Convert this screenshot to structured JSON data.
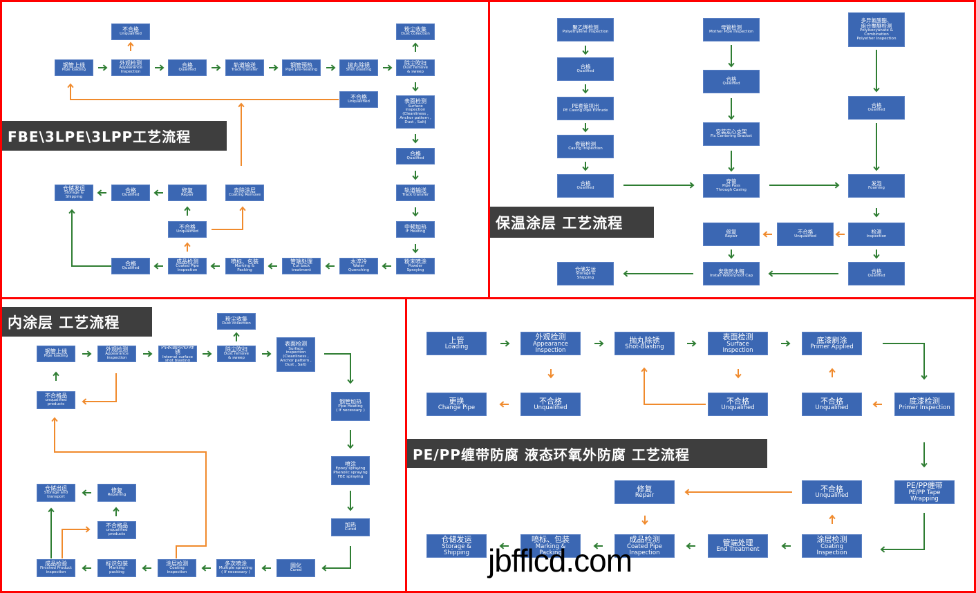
{
  "colors": {
    "box": "#3b67b3",
    "green": "#2e7d32",
    "orange": "#f08a2c",
    "title_bg": "#3e3e3e",
    "border": "#ff0000"
  },
  "watermark": "jbfflcd.com",
  "panels": [
    {
      "id": "p1",
      "title": "FBE\\3LPE\\3LPP工艺流程",
      "nodes": [
        {
          "id": "a1",
          "zh": "钢管上线",
          "en": "Pipe loading"
        },
        {
          "id": "a2",
          "zh": "外观检测",
          "en": "Appearance\nInspection"
        },
        {
          "id": "a3",
          "zh": "不合格",
          "en": "Unqualified"
        },
        {
          "id": "a4",
          "zh": "合格",
          "en": "Qualified"
        },
        {
          "id": "a5",
          "zh": "轨道输送",
          "en": "Track transfer"
        },
        {
          "id": "a6",
          "zh": "钢管预热",
          "en": "Pipe pre-heating"
        },
        {
          "id": "a7",
          "zh": "抛丸除锈",
          "en": "Shot blasting"
        },
        {
          "id": "a8",
          "zh": "除尘吹扫",
          "en": "Dust remove\n& sweep"
        },
        {
          "id": "a9",
          "zh": "粉尘收集",
          "en": "Dust collection"
        },
        {
          "id": "a10",
          "zh": "不合格",
          "en": "Unqualified"
        },
        {
          "id": "a11",
          "zh": "表面检测",
          "en": "Surface\ninspection\n(Cleanliness ,\nAnchor pattern ,\nDust , Salt)"
        },
        {
          "id": "a12",
          "zh": "合格",
          "en": "Qualified"
        },
        {
          "id": "a13",
          "zh": "轨道输送",
          "en": "Track transfer"
        },
        {
          "id": "a14",
          "zh": "中频加热",
          "en": "IF Heating"
        },
        {
          "id": "a15",
          "zh": "粉末喷涂",
          "en": "Powder\nSpraying"
        },
        {
          "id": "a16",
          "zh": "水淬冷",
          "en": "Water\nQuenching"
        },
        {
          "id": "a17",
          "zh": "管端处理",
          "en": "Cut back\ntreatment"
        },
        {
          "id": "a18",
          "zh": "喷标、包装",
          "en": "Marking &\nPacking"
        },
        {
          "id": "a19",
          "zh": "成品检测",
          "en": "Coated Pipe\nInspection"
        },
        {
          "id": "a20",
          "zh": "合格",
          "en": "Qualified"
        },
        {
          "id": "a21",
          "zh": "不合格",
          "en": "Unqualified"
        },
        {
          "id": "a22",
          "zh": "修复",
          "en": "Repair"
        },
        {
          "id": "a23",
          "zh": "合格",
          "en": "Qualified"
        },
        {
          "id": "a24",
          "zh": "仓储发运",
          "en": "Storage &\nShipping"
        },
        {
          "id": "a25",
          "zh": "去除涂层",
          "en": "Coating Remove"
        }
      ]
    },
    {
      "id": "p2",
      "title": "保温涂层 工艺流程",
      "nodes": [
        {
          "id": "b1",
          "zh": "聚乙烯检测",
          "en": "Polyethylene Inspection"
        },
        {
          "id": "b2",
          "zh": "合格",
          "en": "Qualified"
        },
        {
          "id": "b3",
          "zh": "PE套管挤出",
          "en": "PE Casing Pipe Extrude"
        },
        {
          "id": "b4",
          "zh": "套管检测",
          "en": "Casing Inspection"
        },
        {
          "id": "b5",
          "zh": "合格",
          "en": "Qualified"
        },
        {
          "id": "b6",
          "zh": "母管检测",
          "en": "Mother Pipe Inspection"
        },
        {
          "id": "b7",
          "zh": "合格",
          "en": "Qualified"
        },
        {
          "id": "b8",
          "zh": "安装定心支架",
          "en": "Fix Centering Bracket"
        },
        {
          "id": "b9",
          "zh": "穿管",
          "en": "Pipe Pass\nThrough Casing"
        },
        {
          "id": "b10",
          "zh": "多异氰酸酯、\n组合聚醚检测",
          "en": "Polyisocyanate &\nCombination\nPolyether Inspection"
        },
        {
          "id": "b11",
          "zh": "合格",
          "en": "Qualified"
        },
        {
          "id": "b12",
          "zh": "发泡",
          "en": "Foaming"
        },
        {
          "id": "b13",
          "zh": "检测",
          "en": "Inspection"
        },
        {
          "id": "b14",
          "zh": "不合格",
          "en": "Unqualified"
        },
        {
          "id": "b15",
          "zh": "修复",
          "en": "Repair"
        },
        {
          "id": "b16",
          "zh": "合格",
          "en": "Qualified"
        },
        {
          "id": "b17",
          "zh": "安装防水帽",
          "en": "Install Waterproof Cap"
        },
        {
          "id": "b18",
          "zh": "仓储发运",
          "en": "Storage &\nShipping"
        }
      ]
    },
    {
      "id": "p3",
      "title": "内涂层 工艺流程",
      "nodes": [
        {
          "id": "c1",
          "zh": "钢管上线",
          "en": "Pipe loading"
        },
        {
          "id": "c2",
          "zh": "外观检测",
          "en": "Appearance\ninspection"
        },
        {
          "id": "c3",
          "zh": "内表面喷砂除锈",
          "en": "Internal surface\nshot blasting"
        },
        {
          "id": "c4",
          "zh": "除尘吹扫",
          "en": "Dust remove\n& sweep"
        },
        {
          "id": "c5",
          "zh": "粉尘收集",
          "en": "Dust collection"
        },
        {
          "id": "c6",
          "zh": "表面检测",
          "en": "Surface\ninspection\n(Cleanliness ,\nAnchor pattern ,\nDust , Salt)"
        },
        {
          "id": "c7",
          "zh": "不合格品",
          "en": "unqualified\nproducts"
        },
        {
          "id": "c8",
          "zh": "钢管加热",
          "en": "Pipe Heating\n( If necessary )"
        },
        {
          "id": "c9",
          "zh": "喷涂",
          "en": "Epoxy spraying\nPhenolic spraying\nFBE spraying"
        },
        {
          "id": "c10",
          "zh": "加热",
          "en": "Cured"
        },
        {
          "id": "c11",
          "zh": "固化",
          "en": "Cured"
        },
        {
          "id": "c12",
          "zh": "多次喷涂",
          "en": "Multiple spraying\n( If necessary )"
        },
        {
          "id": "c13",
          "zh": "涂层检测",
          "en": "Coating\ninspection"
        },
        {
          "id": "c14",
          "zh": "标识包装",
          "en": "Marking\npacking"
        },
        {
          "id": "c15",
          "zh": "成品检验",
          "en": "Finished Product\ninspection"
        },
        {
          "id": "c16",
          "zh": "不合格品",
          "en": "unqualified\nproducts"
        },
        {
          "id": "c17",
          "zh": "修复",
          "en": "Repairing"
        },
        {
          "id": "c18",
          "zh": "仓储出运",
          "en": "Storage and\ntransport"
        }
      ]
    },
    {
      "id": "p4",
      "title": "PE/PP缠带防腐  液态环氧外防腐 工艺流程",
      "nodes": [
        {
          "id": "d1",
          "zh": "上管",
          "en": "Loading"
        },
        {
          "id": "d2",
          "zh": "外观检测",
          "en": "Appearance\nInspection"
        },
        {
          "id": "d3",
          "zh": "抛丸除锈",
          "en": "Shot-Blasting"
        },
        {
          "id": "d4",
          "zh": "表面检测",
          "en": "Surface\nInspection"
        },
        {
          "id": "d5",
          "zh": "底漆刷涂",
          "en": "Primer Applied"
        },
        {
          "id": "d6",
          "zh": "更换",
          "en": "Change Pipe"
        },
        {
          "id": "d7",
          "zh": "不合格",
          "en": "Unqualified"
        },
        {
          "id": "d8",
          "zh": "不合格",
          "en": "Unqualified"
        },
        {
          "id": "d9",
          "zh": "不合格",
          "en": "Unqualified"
        },
        {
          "id": "d10",
          "zh": "底漆检测",
          "en": "Primer Inspection"
        },
        {
          "id": "d11",
          "zh": "PE/PP缠带",
          "en": "PE/PP Tape\nWrapping"
        },
        {
          "id": "d12",
          "zh": "不合格",
          "en": "Unqualified"
        },
        {
          "id": "d13",
          "zh": "修复",
          "en": "Repair"
        },
        {
          "id": "d14",
          "zh": "涂层检测",
          "en": "Coating\nInspection"
        },
        {
          "id": "d15",
          "zh": "管端处理",
          "en": "End Treatment"
        },
        {
          "id": "d16",
          "zh": "成品检测",
          "en": "Coated Pipe\nInspection"
        },
        {
          "id": "d17",
          "zh": "喷标、包装",
          "en": "Marking &\nPacking"
        },
        {
          "id": "d18",
          "zh": "仓储发运",
          "en": "Storage &\nShipping"
        }
      ]
    }
  ]
}
